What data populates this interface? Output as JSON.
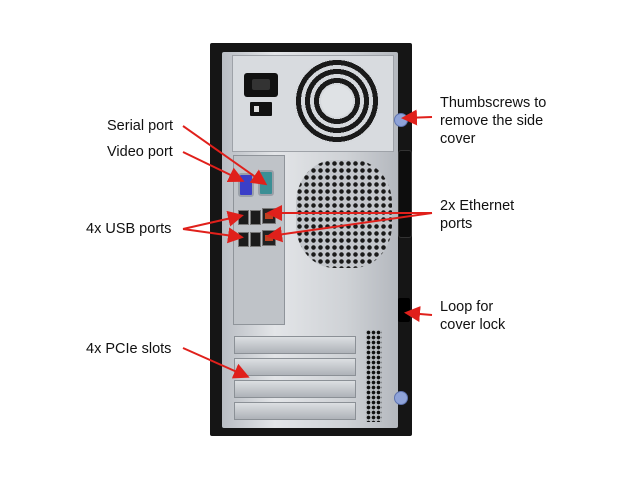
{
  "diagram": {
    "subject": "PC tower rear panel",
    "accent_color": "#e0201b",
    "labels": {
      "serial_port": "Serial port",
      "video_port": "Video port",
      "usb_ports": "4x USB ports",
      "pcie_slots": "4x PCIe slots",
      "thumbscrews": "Thumbscrews to\nremove the side\ncover",
      "ethernet_ports": "2x Ethernet\nports",
      "cover_lock_loop": "Loop for\ncover lock"
    }
  }
}
